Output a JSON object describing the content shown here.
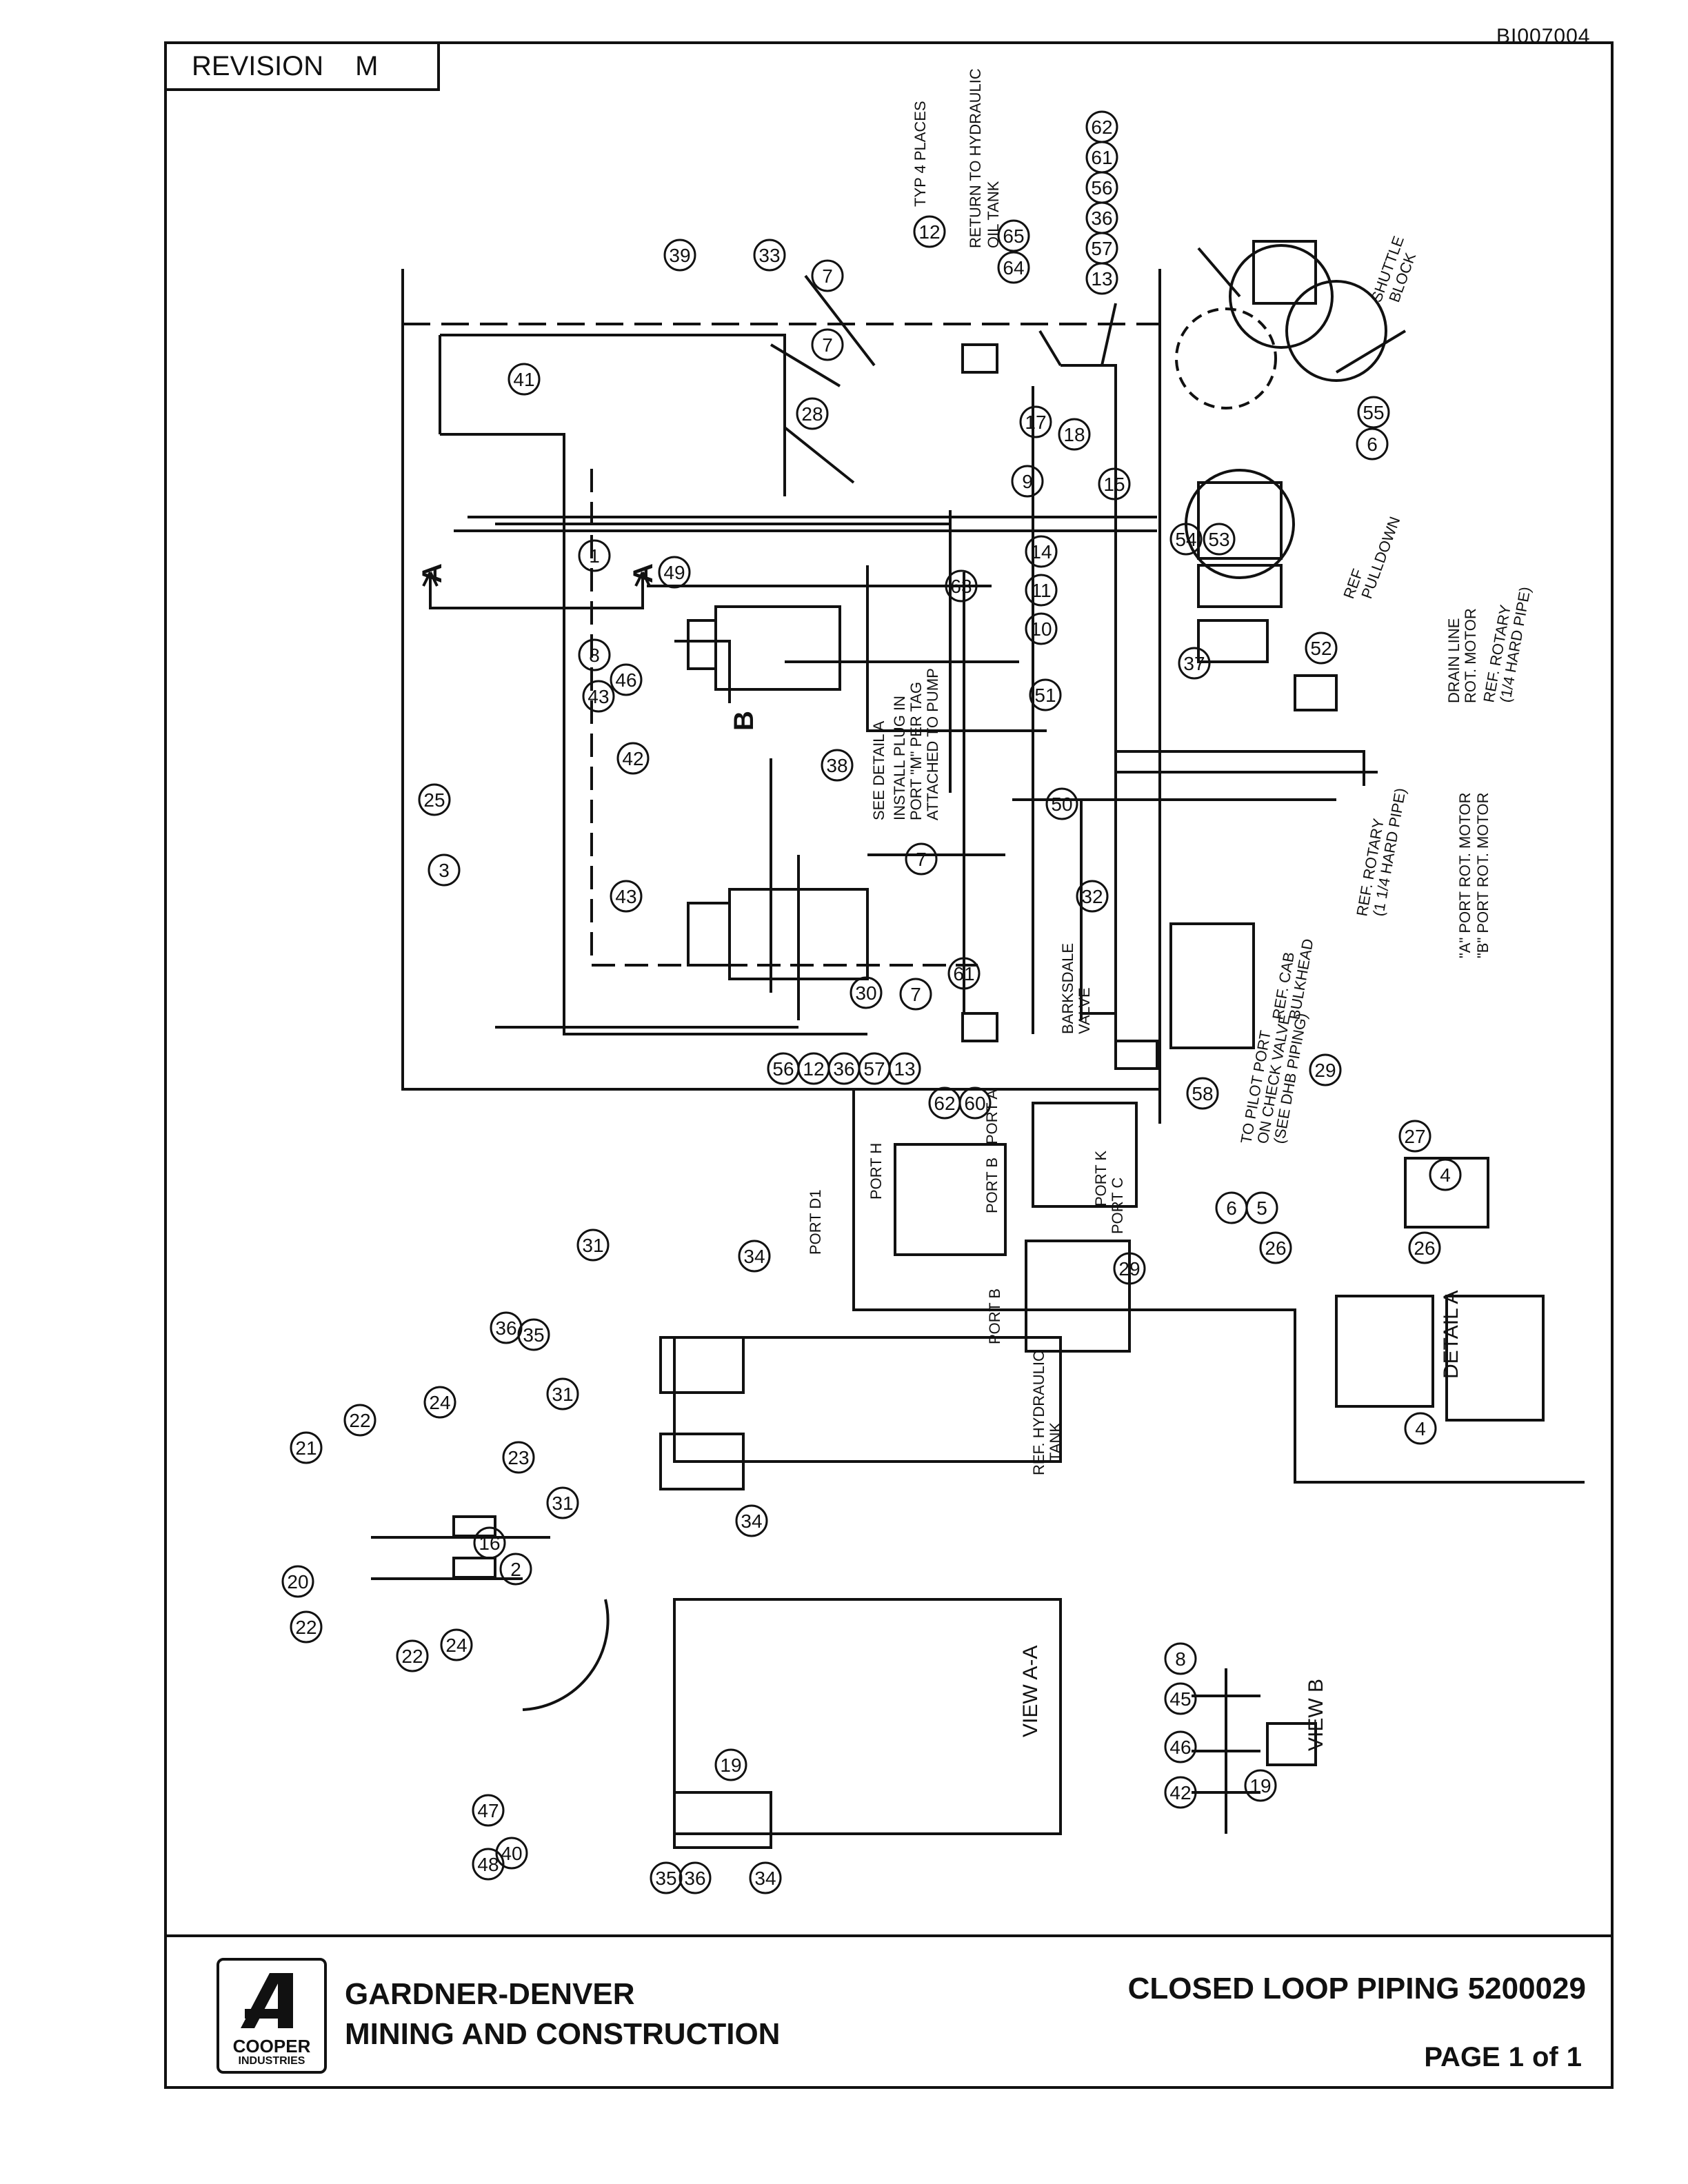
{
  "document_id": "BI007004",
  "revision": {
    "label": "REVISION",
    "value": "M"
  },
  "title_block": {
    "logo_text_1": "COOPER",
    "logo_text_2": "INDUSTRIES",
    "company_line_1": "GARDNER-DENVER",
    "company_line_2": "MINING AND CONSTRUCTION",
    "drawing_title": "CLOSED LOOP PIPING 5200029",
    "page_label": "PAGE",
    "page_current": "1",
    "page_of": "of",
    "page_total": "1"
  },
  "diagram": {
    "notes": {
      "typ_places": "TYP 4 PLACES",
      "return_tank_1": "RETURN TO HYDRAULIC",
      "return_tank_2": "OIL TANK",
      "shuttle_block_1": "SHUTTLE",
      "shuttle_block_2": "BLOCK",
      "ref_pulldown_1": "REF",
      "ref_pulldown_2": "PULLDOWN",
      "drain_line_1": "DRAIN LINE",
      "drain_line_2": "ROT. MOTOR",
      "ref_rotary_hose_1": "REF. ROTARY",
      "ref_rotary_hose_2": "(1/4 HARD PIPE)",
      "ref_rotary_hose_3": "REF. ROTARY",
      "ref_rotary_hose_4": "(1 1/4 HARD PIPE)",
      "port_a_motor": "\"A\" PORT ROT. MOTOR",
      "port_b_motor": "\"B\" PORT ROT. MOTOR",
      "see_detail_a": "SEE DETAIL A",
      "install_plug_1": "INSTALL PLUG IN",
      "install_plug_2": "PORT \"M\" PER TAG",
      "install_plug_3": "ATTACHED TO PUMP",
      "barksdale_1": "BARKSDALE",
      "barksdale_2": "VALVE",
      "ref_cab_1": "REF. CAB",
      "ref_cab_2": "BULKHEAD",
      "pilot_port_1": "TO PILOT PORT",
      "pilot_port_2": "ON CHECK VALVE",
      "pilot_port_3": "(SEE DHB PIPING)",
      "ref_tank_1": "REF. HYDRAULIC",
      "ref_tank_2": "TANK",
      "view_a": "VIEW A-A",
      "view_b": "VIEW B",
      "detail_a": "DETAIL A",
      "port_h": "PORT H",
      "port_d1": "PORT D1",
      "port_a": "PORT A",
      "port_b": "PORT B",
      "port_k": "PORT K",
      "port_c": "PORT C",
      "port_b2": "PORT B",
      "section_marker": "A",
      "view_marker": "B"
    },
    "balloons": {
      "b1": "1",
      "b2": "2",
      "b3": "3",
      "b4": "4",
      "b5": "5",
      "b6": "6",
      "b7": "7",
      "b8": "8",
      "b9": "9",
      "b10": "10",
      "b11": "11",
      "b12": "12",
      "b13": "13",
      "b14": "14",
      "b15": "15",
      "b16": "16",
      "b17": "17",
      "b18": "18",
      "b19": "19",
      "b20": "20",
      "b21": "21",
      "b22": "22",
      "b23": "23",
      "b24": "24",
      "b25": "25",
      "b26": "26",
      "b27": "27",
      "b28": "28",
      "b29": "29",
      "b30": "30",
      "b31": "31",
      "b32": "32",
      "b33": "33",
      "b34": "34",
      "b35": "35",
      "b36": "36",
      "b37": "37",
      "b38": "38",
      "b39": "39",
      "b40": "40",
      "b41": "41",
      "b42": "42",
      "b43": "43",
      "b45": "45",
      "b46": "46",
      "b47": "47",
      "b48": "48",
      "b49": "49",
      "b50": "50",
      "b51": "51",
      "b52": "52",
      "b53": "53",
      "b54": "54",
      "b55": "55",
      "b56": "56",
      "b57": "57",
      "b58": "58",
      "b60": "60",
      "b61": "61",
      "b62": "62",
      "b63": "63",
      "b64": "64",
      "b65": "65"
    }
  },
  "colors": {
    "ink": "#111111",
    "paper": "#ffffff"
  }
}
